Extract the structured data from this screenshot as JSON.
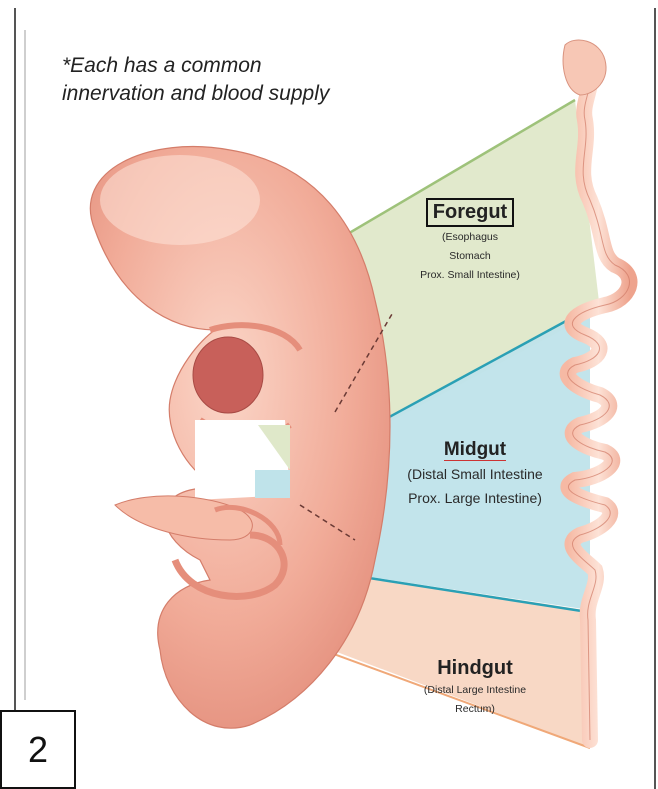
{
  "note": {
    "line1": "*Each has a common",
    "line2": "innervation and blood supply"
  },
  "foregut": {
    "title": "Foregut",
    "items": [
      "(Esophagus",
      "Stomach",
      "Prox. Small Intestine)"
    ],
    "color": "#dfe8c9"
  },
  "midgut": {
    "title": "Midgut",
    "items": [
      "(Distal Small Intestine",
      "Prox. Large Intestine)"
    ],
    "color": "#bfe3ea"
  },
  "hindgut": {
    "title": "Hindgut",
    "items": [
      "(Distal Large Intestine",
      "Rectum)"
    ],
    "color": "#f8d6c2"
  },
  "page_number": "2"
}
